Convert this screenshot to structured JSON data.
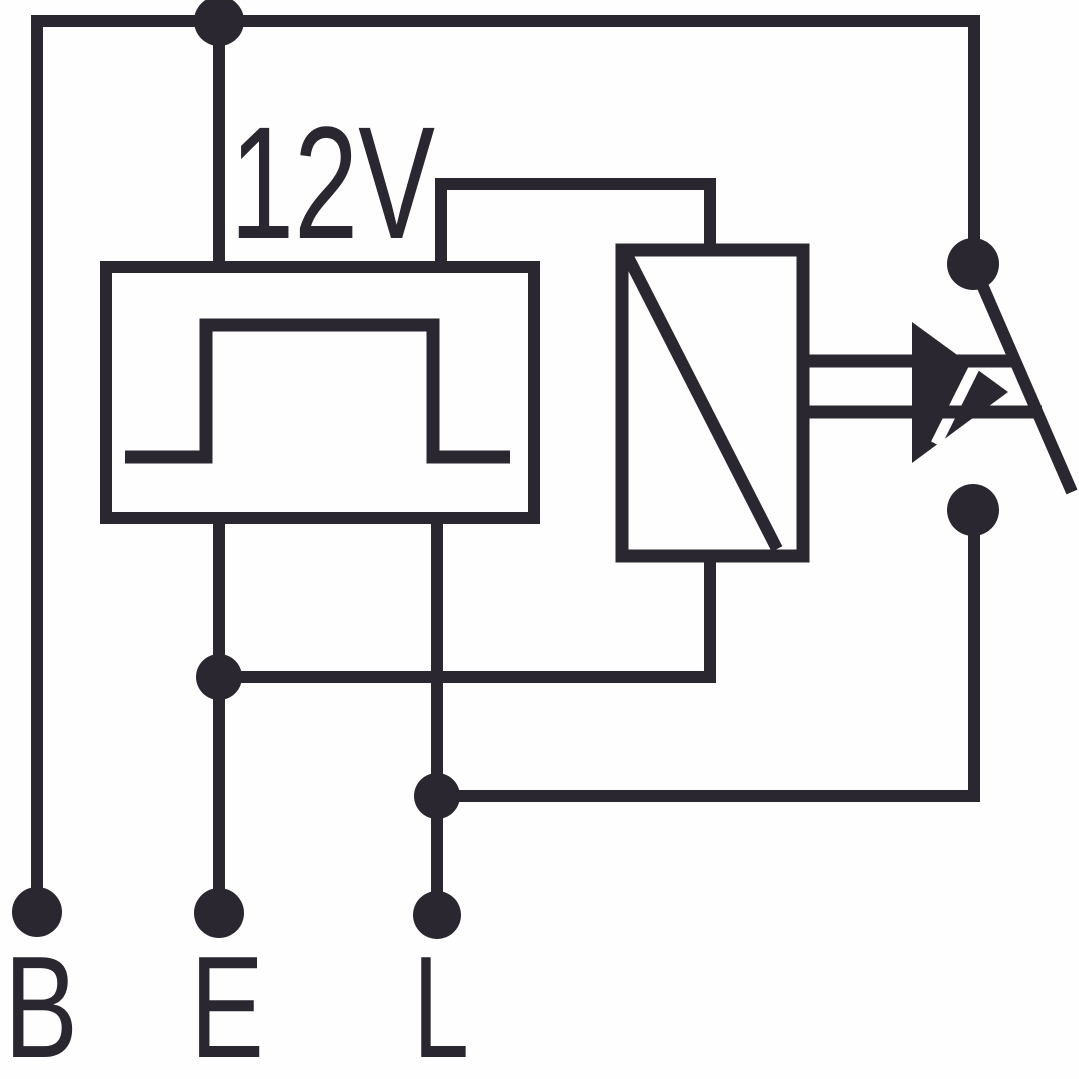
{
  "diagram": {
    "voltage_label": "12V",
    "terminals": [
      {
        "id": "B",
        "label": "B"
      },
      {
        "id": "E",
        "label": "E"
      },
      {
        "id": "L",
        "label": "L"
      }
    ],
    "components": [
      {
        "name": "flasher-unit-box"
      },
      {
        "name": "flasher-element-symbol"
      },
      {
        "name": "relay-coil-box"
      },
      {
        "name": "relay-actuator-arrow"
      },
      {
        "name": "switch-contact-arm"
      }
    ],
    "colors": {
      "ink": "#2a2730",
      "paper": "#fefefe"
    }
  }
}
